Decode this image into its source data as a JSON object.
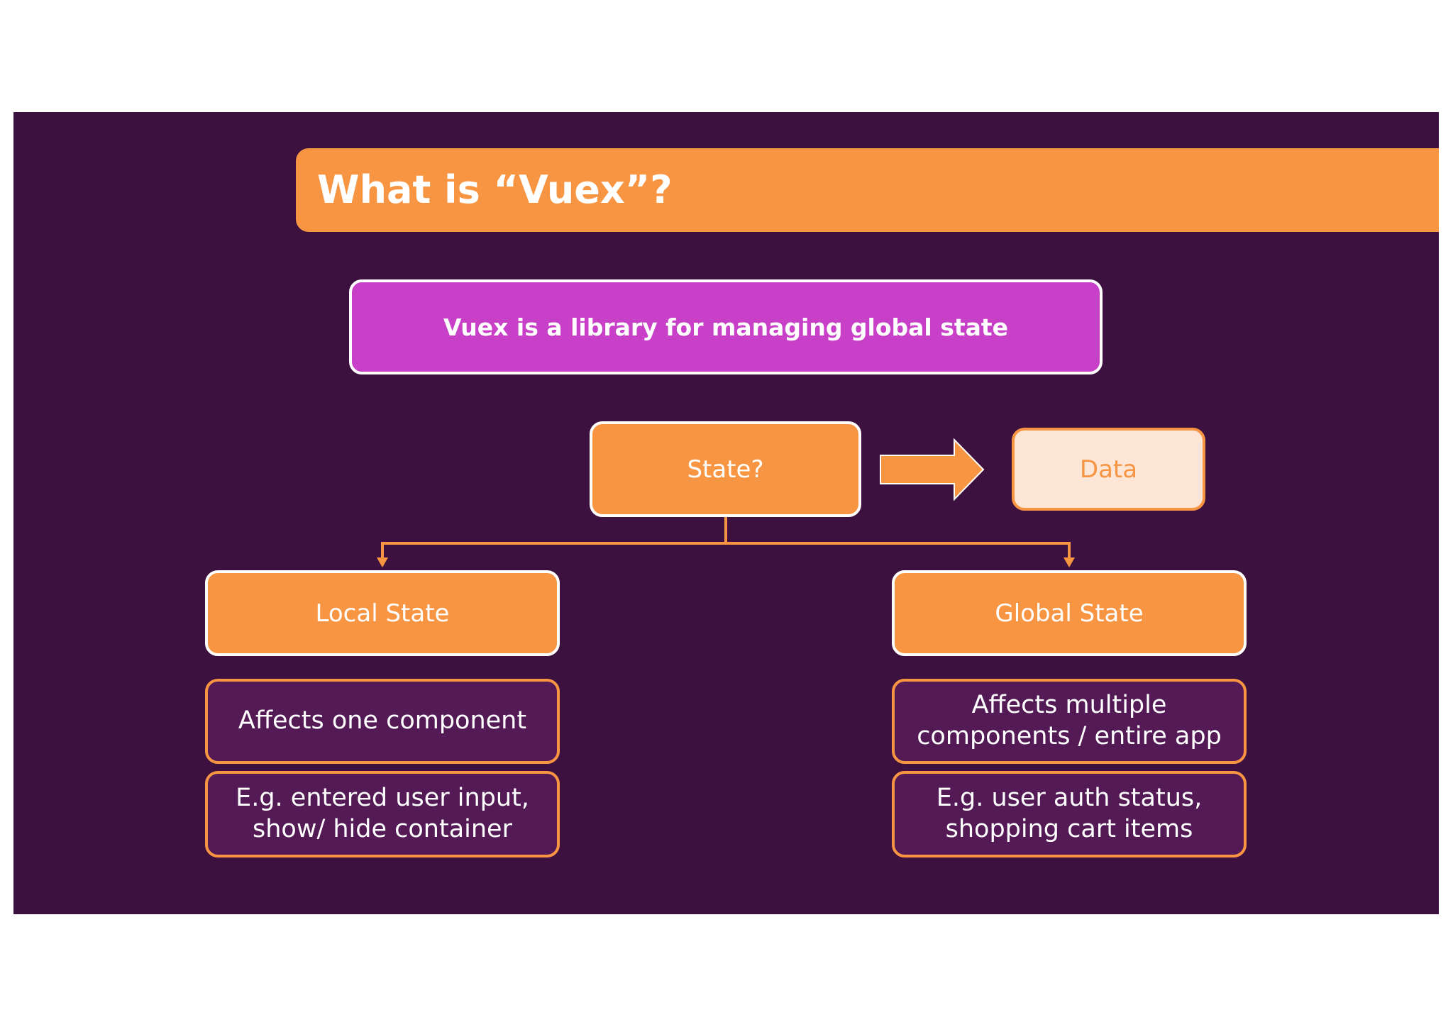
{
  "slide": {
    "title": "What is “Vuex”?",
    "definition": "Vuex is a library for managing global state",
    "state_label": "State?",
    "data_label": "Data",
    "local": {
      "label": "Local State",
      "desc1": "Affects one component",
      "desc2": "E.g. entered user input,\nshow/ hide container"
    },
    "global": {
      "label": "Global State",
      "desc1": "Affects multiple\ncomponents / entire app",
      "desc2": "E.g. user auth status,\nshopping cart items"
    }
  },
  "colors": {
    "background": "#3d113f",
    "accent": "#f89542",
    "definition": "#c940c8",
    "data_fill": "#fde6d6",
    "desc_fill": "#531a55"
  }
}
